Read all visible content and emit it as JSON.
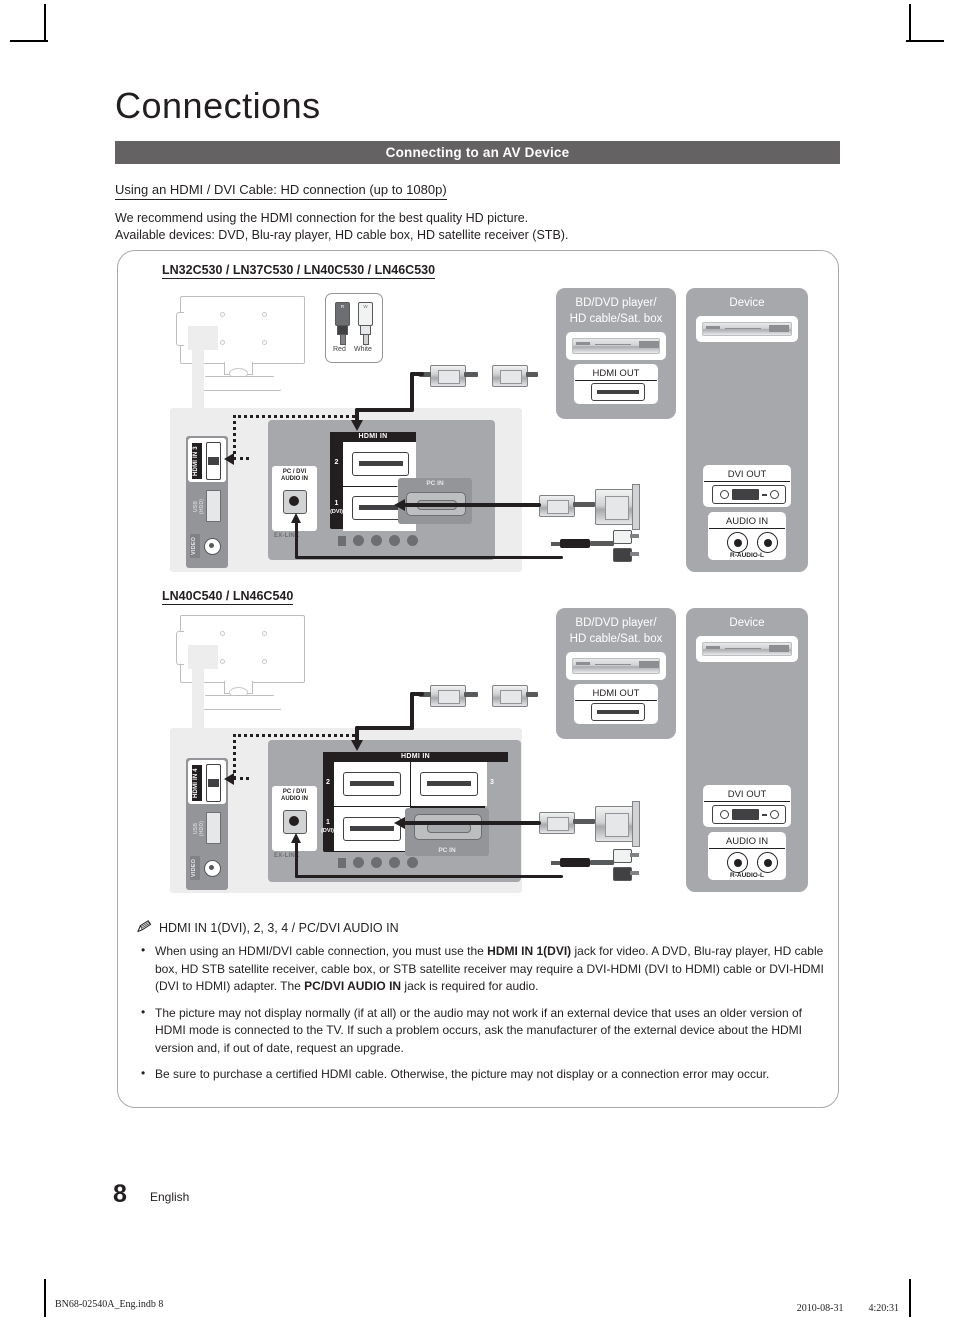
{
  "page": {
    "chapter_title": "Connections",
    "section_bar": "Connecting to an AV Device",
    "sub_heading": "Using an HDMI / DVI Cable: HD connection (up to 1080p)",
    "intro_line1": "We recommend using the HDMI connection for the best quality HD picture.",
    "intro_line2": "Available devices: DVD, Blu-ray player, HD cable box, HD satellite receiver (STB).",
    "page_number": "8",
    "language": "English",
    "footer_left": "BN68-02540A_Eng.indb   8",
    "footer_right": "2010-08-31   　　 4:20:31"
  },
  "diagrams": [
    {
      "model_label": "LN32C530 / LN37C530 / LN40C530 / LN46C530",
      "rca_legend": {
        "red": "Red",
        "white": "White",
        "red_cap": "R",
        "white_cap": "W"
      },
      "tv_side_panel": {
        "hdmi_label": "HDMI IN 3",
        "usb_label": "USB (HDD)",
        "video_label": "VIDEO"
      },
      "tv_back_panel": {
        "hdmi_in_header": "HDMI IN",
        "port_2": "2",
        "port_1": "1",
        "port_1_sub": "(DVI)",
        "pcdvi_line1": "PC / DVI",
        "pcdvi_line2": "AUDIO IN",
        "pc_in": "PC IN",
        "ex_link": "EX-LINK"
      },
      "source_card": {
        "title_line1": "BD/DVD player/",
        "title_line2": "HD cable/Sat. box",
        "jack_label": "HDMI OUT"
      },
      "device_card": {
        "title": "Device",
        "dvi_label": "DVI OUT",
        "audio_label": "AUDIO IN",
        "audio_sub": "R-AUDIO-L"
      }
    },
    {
      "model_label": "LN40C540 / LN46C540",
      "tv_side_panel": {
        "hdmi_label": "HDMI IN 4",
        "usb_label": "USB (HDD)",
        "video_label": "VIDEO"
      },
      "tv_back_panel": {
        "hdmi_in_header": "HDMI IN",
        "port_2": "2",
        "port_3": "3",
        "port_1": "1",
        "port_1_sub": "(DVI)",
        "pcdvi_line1": "PC / DVI",
        "pcdvi_line2": "AUDIO IN",
        "pc_in": "PC IN",
        "ex_link": "EX-LINK"
      },
      "source_card": {
        "title_line1": "BD/DVD player/",
        "title_line2": "HD cable/Sat. box",
        "jack_label": "HDMI OUT"
      },
      "device_card": {
        "title": "Device",
        "dvi_label": "DVI OUT",
        "audio_label": "AUDIO IN",
        "audio_sub": "R-AUDIO-L"
      }
    }
  ],
  "notes": {
    "title": "HDMI IN 1(DVI), 2, 3, 4 / PC/DVI AUDIO IN",
    "items": [
      "When using an HDMI/DVI cable connection, you must use the HDMI IN 1(DVI) jack for video. A DVD, Blu-ray player, HD cable box, HD STB satellite receiver, cable box, or STB satellite receiver may require a DVI-HDMI (DVI to HDMI) cable or DVI-HDMI (DVI to HDMI) adapter. The PC/DVI AUDIO IN jack is required for audio.",
      "The picture may not display normally (if at all) or the audio may not work if an external device that uses an older version of HDMI mode is connected to the TV. If such a problem occurs, ask the manufacturer of the external device about the HDMI version and, if out of date, request an upgrade.",
      "Be sure to purchase a certified HDMI cable. Otherwise, the picture may not display or a connection error may occur."
    ]
  },
  "colors": {
    "section_bar_bg": "#656263",
    "card_gray": "#a6a8ab",
    "panel_gray": "#ededed",
    "jack_panel_gray": "#a6a8ab",
    "ink": "#231f20"
  }
}
